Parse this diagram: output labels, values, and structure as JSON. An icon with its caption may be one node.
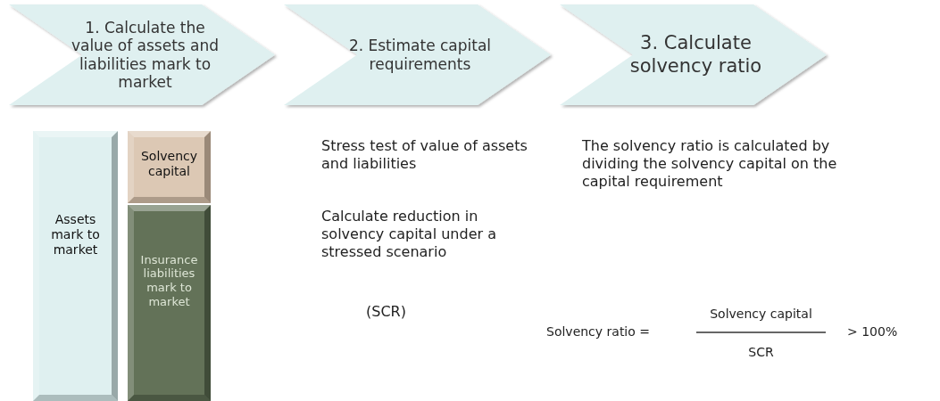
{
  "diagram": {
    "nodes": [
      {
        "text": [
          "1. Calculate the value of assets and liabilities mark to market"
        ]
      },
      {
        "text": [
          "2. Estimate capital requirements"
        ]
      },
      {
        "text": [
          "3. Calculate solvency ratio"
        ]
      },
      {
        "text": [
          "Assets mark to market"
        ]
      },
      {
        "text": [
          "Solvency capital"
        ]
      },
      {
        "text": [
          "Insurance liabilities mark to market"
        ]
      }
    ],
    "edges": [],
    "labels": [
      "Stress test of value of assets and liabilities",
      "Calculate reduction in solvency capital under a stressed scenario",
      "(SCR)",
      "The solvency ratio is calculated by dividing the solvency capital on the capital requirement",
      "Solvency ratio =",
      "Solvency capital",
      "SCR",
      "> 100%"
    ]
  }
}
